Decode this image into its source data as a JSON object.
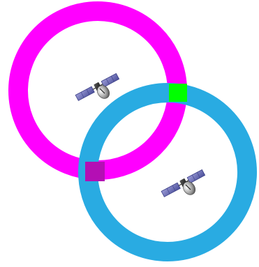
{
  "diagram": {
    "rings": [
      {
        "name": "ring-magenta",
        "color": "#ff00ff"
      },
      {
        "name": "ring-blue",
        "color": "#29abe2"
      }
    ],
    "overlap_colors": {
      "upper_intersection": "#00ff00",
      "lower_intersection": "#b40fb4"
    },
    "satellites": [
      {
        "name": "satellite-1",
        "icon": "satellite-icon"
      },
      {
        "name": "satellite-2",
        "icon": "satellite-icon"
      }
    ]
  }
}
